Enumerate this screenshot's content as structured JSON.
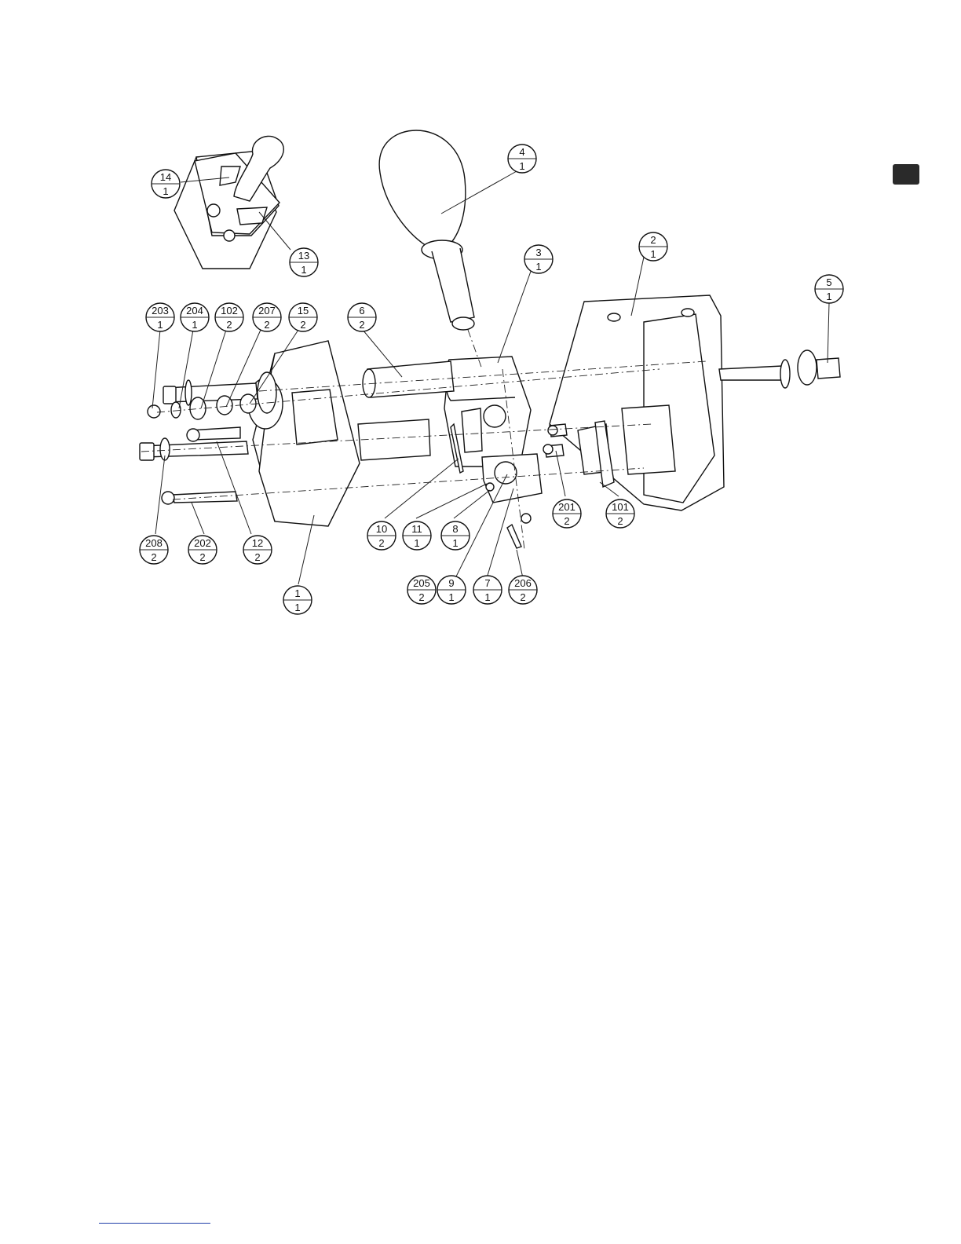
{
  "callouts": [
    {
      "item": "14",
      "qty": "1"
    },
    {
      "item": "13",
      "qty": "1"
    },
    {
      "item": "4",
      "qty": "1"
    },
    {
      "item": "3",
      "qty": "1"
    },
    {
      "item": "2",
      "qty": "1"
    },
    {
      "item": "5",
      "qty": "1"
    },
    {
      "item": "203",
      "qty": "1"
    },
    {
      "item": "204",
      "qty": "1"
    },
    {
      "item": "102",
      "qty": "2"
    },
    {
      "item": "207",
      "qty": "2"
    },
    {
      "item": "15",
      "qty": "2"
    },
    {
      "item": "6",
      "qty": "2"
    },
    {
      "item": "208",
      "qty": "2"
    },
    {
      "item": "202",
      "qty": "2"
    },
    {
      "item": "12",
      "qty": "2"
    },
    {
      "item": "1",
      "qty": "1"
    },
    {
      "item": "10",
      "qty": "2"
    },
    {
      "item": "11",
      "qty": "1"
    },
    {
      "item": "8",
      "qty": "1"
    },
    {
      "item": "201",
      "qty": "2"
    },
    {
      "item": "101",
      "qty": "2"
    },
    {
      "item": "205",
      "qty": "2"
    },
    {
      "item": "9",
      "qty": "1"
    },
    {
      "item": "7",
      "qty": "1"
    },
    {
      "item": "206",
      "qty": "2"
    }
  ],
  "colors": {
    "line": "#111111",
    "tab": "#2a2a2a",
    "footer_rule": "#1f3fa8"
  }
}
